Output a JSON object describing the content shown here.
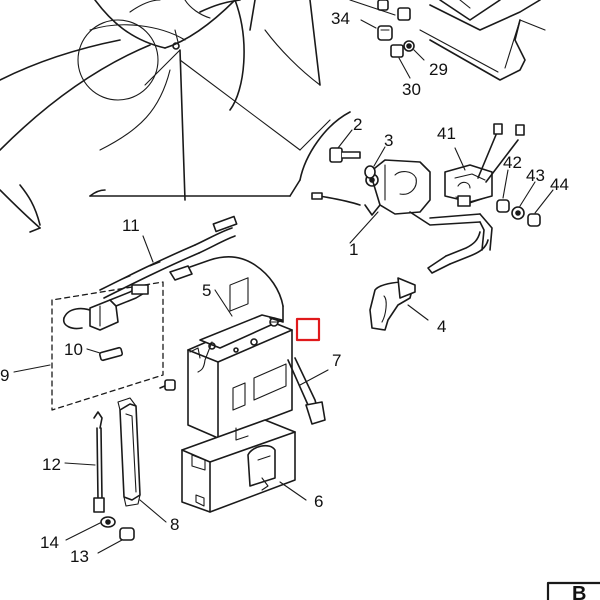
{
  "diagram": {
    "labels": {
      "p1": "1",
      "p2": "2",
      "p3": "3",
      "p4": "4",
      "p5": "5",
      "p6": "6",
      "p7": "7",
      "p8": "8",
      "p9": "9",
      "p10": "10",
      "p11": "11",
      "p12": "12",
      "p13": "13",
      "p14": "14",
      "p29": "29",
      "p30": "30",
      "p34": "34",
      "p41": "41",
      "p42": "42",
      "p43": "43",
      "p44": "44"
    },
    "corner_tab_text": "B",
    "highlight_color": "#e0191b",
    "line_color": "#1a1a1a"
  }
}
